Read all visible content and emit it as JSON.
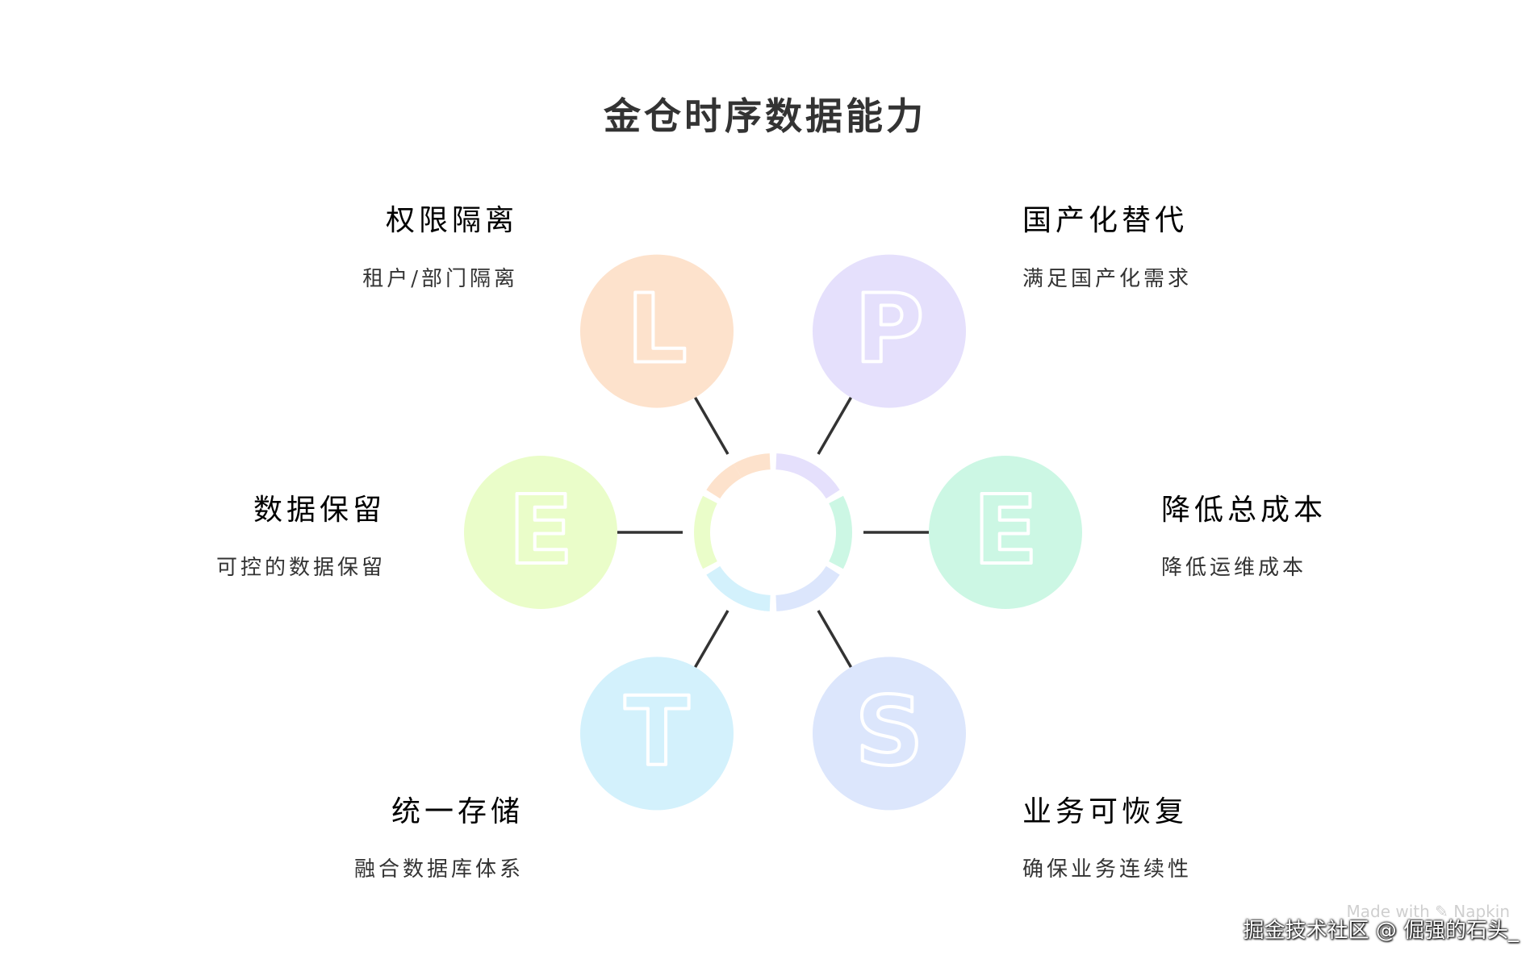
{
  "title": "金仓时序数据能力",
  "items": [
    {
      "letter": "L",
      "heading": "权限隔离",
      "desc": "租户/部门隔离",
      "circle_color": "#fde2cc",
      "ring_color": "#fde2cc",
      "heading_color": "#cc7a3a"
    },
    {
      "letter": "P",
      "heading": "国产化替代",
      "desc": "满足国产化需求",
      "circle_color": "#e5e0fc",
      "ring_color": "#e5e0fc",
      "heading_color": "#7d6fd4"
    },
    {
      "letter": "E",
      "heading": "降低总成本",
      "desc": "降低运维成本",
      "circle_color": "#ccf7e4",
      "ring_color": "#ccf7e4",
      "heading_color": "#3cc58f"
    },
    {
      "letter": "S",
      "heading": "业务可恢复",
      "desc": "确保业务连续性",
      "circle_color": "#dce6fc",
      "ring_color": "#dce6fc",
      "heading_color": "#5a85c9"
    },
    {
      "letter": "T",
      "heading": "统一存储",
      "desc": "融合数据库体系",
      "circle_color": "#d3f1fc",
      "ring_color": "#d3f1fc",
      "heading_color": "#2ea6c9"
    },
    {
      "letter": "E",
      "heading": "数据保留",
      "desc": "可控的数据保留",
      "circle_color": "#eafdc9",
      "ring_color": "#eafdc9",
      "heading_color": "#9bbd3f"
    }
  ],
  "footer": {
    "made_with": "Made with ✎ Napkin",
    "watermark": "掘金技术社区 @ 倔强的石头_"
  }
}
